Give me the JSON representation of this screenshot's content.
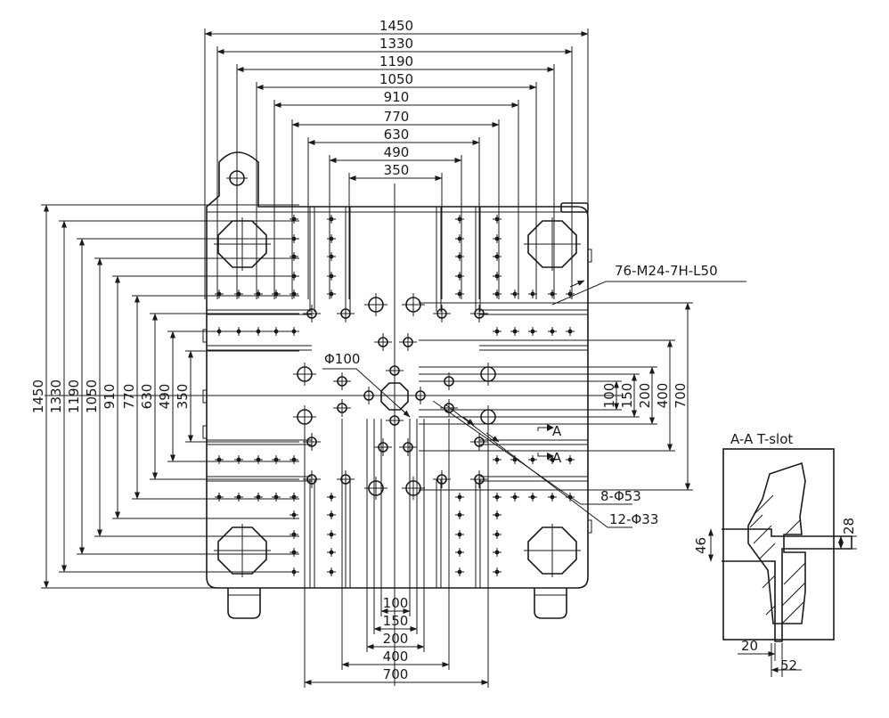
{
  "diagram": {
    "top_dims": [
      "1450",
      "1330",
      "1190",
      "1050",
      "910",
      "770",
      "630",
      "490",
      "350"
    ],
    "left_dims": [
      "1450",
      "1330",
      "1190",
      "1050",
      "910",
      "770",
      "630",
      "490",
      "350"
    ],
    "right_dims": [
      "100",
      "150",
      "200",
      "400",
      "700"
    ],
    "bottom_dims": [
      "100",
      "150",
      "200",
      "400",
      "700"
    ],
    "callouts": {
      "thread": "76-M24-7H-L50",
      "phi100": "Φ100",
      "holes_53": "8-Φ53",
      "holes_33": "12-Φ33",
      "section_a": "A"
    },
    "tslot": {
      "title": "A-A T-slot",
      "dims": [
        "46",
        "28",
        "20",
        "52"
      ]
    }
  }
}
